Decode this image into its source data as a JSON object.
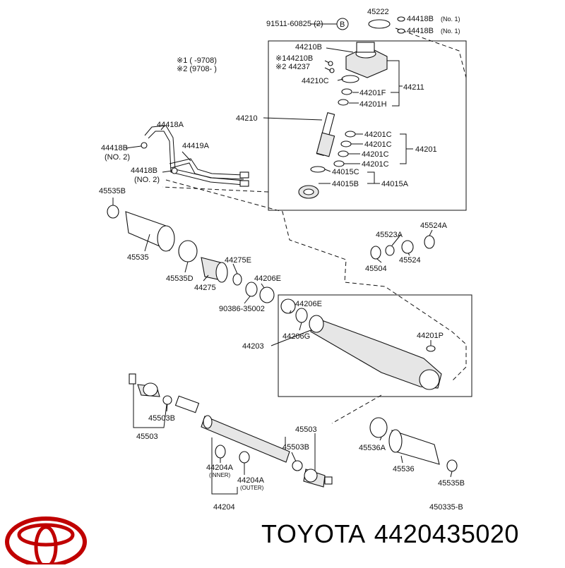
{
  "labels": {
    "p91511": "91511-60825 (2)",
    "circle_b": "B",
    "p45222": "45222",
    "p44418b_no1a": "44418B",
    "no1a": "(No. 1)",
    "p44418b_no1b": "44418B",
    "no1b": "(No. 1)",
    "note1": "※1 (      -9708)",
    "note2": "※2 (9708-      )",
    "p44210b": "44210B",
    "p44210b_alt": "※144210B",
    "p44237": "※2 44237",
    "p44210c": "44210C",
    "p44201f": "44201F",
    "p44201h": "44201H",
    "p44211": "44211",
    "p44210": "44210",
    "p44201c_1": "44201C",
    "p44201c_2": "44201C",
    "p44201c_3": "44201C",
    "p44201c_4": "44201C",
    "p44201": "44201",
    "p44015c": "44015C",
    "p44015b": "44015B",
    "p44015a": "44015A",
    "p44418a": "44418A",
    "p44419a": "44419A",
    "p44418b_no2a": "44418B",
    "no2a": "(NO. 2)",
    "p44418b_no2b": "44418B",
    "no2b": "(NO. 2)",
    "p45535b_top": "45535B",
    "p45535": "45535",
    "p45535d": "45535D",
    "p44275e": "44275E",
    "p44275": "44275",
    "p44206e_top": "44206E",
    "p90386": "90386-35002",
    "p45523a": "45523A",
    "p45524a": "45524A",
    "p45504": "45504",
    "p45524": "45524",
    "p44206e_box": "44206E",
    "p44206g": "44206G",
    "p44203": "44203",
    "p44201p": "44201P",
    "p45503b_l": "45503B",
    "p45503_l": "45503",
    "p45503_r": "45503",
    "p45503b_r": "45503B",
    "p44204a_inner": "44204A",
    "inner": "(INNER)",
    "p44204a_outer": "44204A",
    "outer": "(OUTER)",
    "p44204": "44204",
    "p45536a": "45536A",
    "p45536": "45536",
    "p45535b_bot": "45535B",
    "ref": "450335-B"
  },
  "caption": {
    "brand": "TOYOTA",
    "part_number": "4420435020"
  },
  "colors": {
    "logo": "#c00000",
    "line": "#111111"
  }
}
